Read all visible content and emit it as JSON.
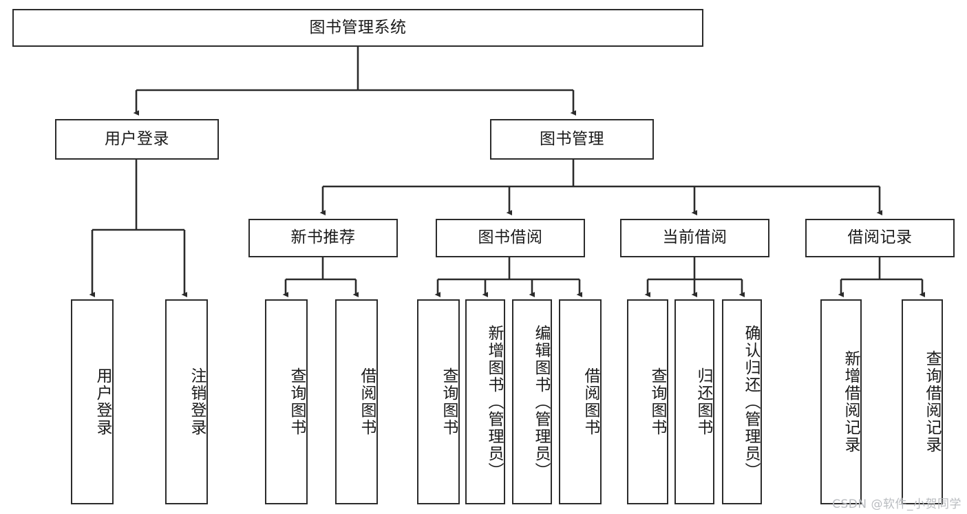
{
  "diagram": {
    "title": "图书管理系统",
    "watermark": "CSDN @软件_小贺同学",
    "colors": {
      "stroke": "#2b2b2b",
      "fill": "#ffffff",
      "text": "#1a1a1a",
      "watermark": "#b9bcc0"
    },
    "root": {
      "label": "图书管理系统"
    },
    "level2": [
      {
        "label": "用户登录"
      },
      {
        "label": "图书管理"
      }
    ],
    "level3": [
      {
        "label": "新书推荐"
      },
      {
        "label": "图书借阅"
      },
      {
        "label": "当前借阅"
      },
      {
        "label": "借阅记录"
      }
    ],
    "leaves": {
      "user_login": [
        {
          "label": "用户登录"
        },
        {
          "label": "注销登录"
        }
      ],
      "new_book": [
        {
          "label": "查询图书"
        },
        {
          "label": "借阅图书"
        }
      ],
      "book_borrow": [
        {
          "label": "查询图书"
        },
        {
          "label": "新增图书（管理员）"
        },
        {
          "label": "编辑图书（管理员）"
        },
        {
          "label": "借阅图书"
        }
      ],
      "current_borrow": [
        {
          "label": "查询图书"
        },
        {
          "label": "归还图书"
        },
        {
          "label": "确认归还（管理员）"
        }
      ],
      "borrow_record": [
        {
          "label": "新增借阅记录"
        },
        {
          "label": "查询借阅记录"
        }
      ]
    }
  }
}
